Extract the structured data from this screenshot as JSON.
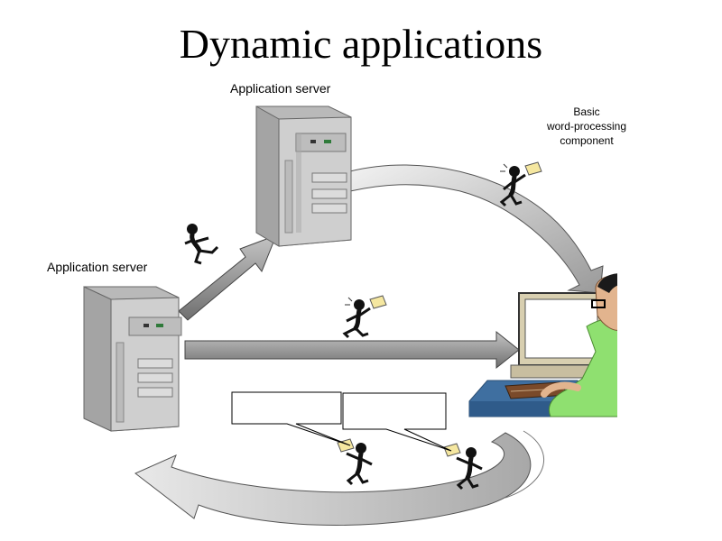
{
  "slide": {
    "title": "Dynamic applications",
    "labels": {
      "server_top": "Application server",
      "server_left": "Application server",
      "component_line1": "Basic",
      "component_line2": "word-processing",
      "component_line3": "component"
    },
    "callouts": [
      "",
      ""
    ]
  },
  "colors": {
    "arrow_fill": "#9e9e9e",
    "arrow_light": "#d6d6d6",
    "server_body": "#c8c8c8",
    "server_side": "#a8a8a8",
    "shirt": "#8fe070",
    "desk": "#3f6fa0",
    "monitor": "#d8cfb0"
  },
  "icons": [
    "server-icon",
    "server-icon",
    "messenger-figure-icon",
    "envelope-icon",
    "user-at-computer-icon"
  ]
}
